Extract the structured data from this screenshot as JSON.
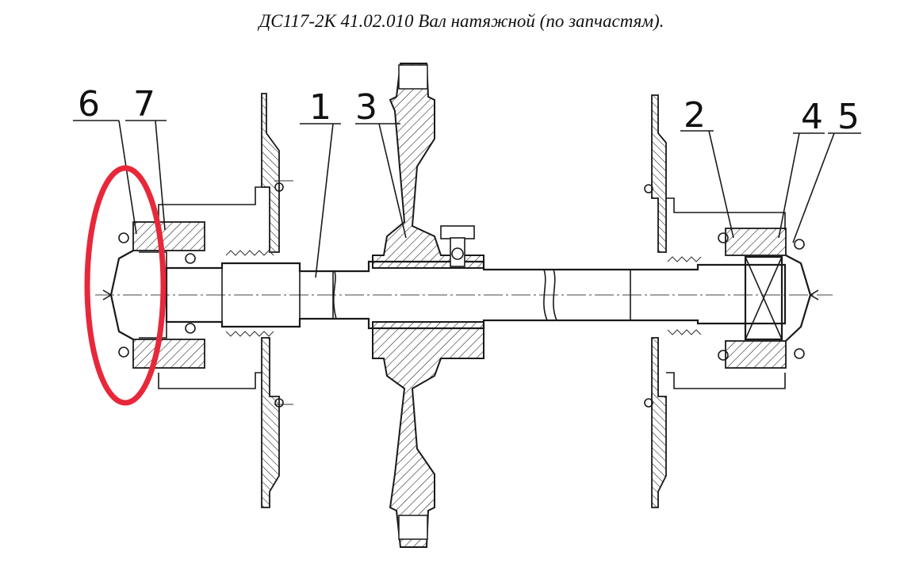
{
  "title": "ДС117-2К 41.02.010 Вал натяжной (по запчастям).",
  "callouts": [
    {
      "id": "6",
      "label": "6"
    },
    {
      "id": "7",
      "label": "7"
    },
    {
      "id": "1",
      "label": "1"
    },
    {
      "id": "3",
      "label": "3"
    },
    {
      "id": "2",
      "label": "2"
    },
    {
      "id": "4",
      "label": "4"
    },
    {
      "id": "5",
      "label": "5"
    }
  ],
  "colors": {
    "line": "#1a1a1a",
    "highlight": "#e8283a",
    "background": "#ffffff"
  }
}
